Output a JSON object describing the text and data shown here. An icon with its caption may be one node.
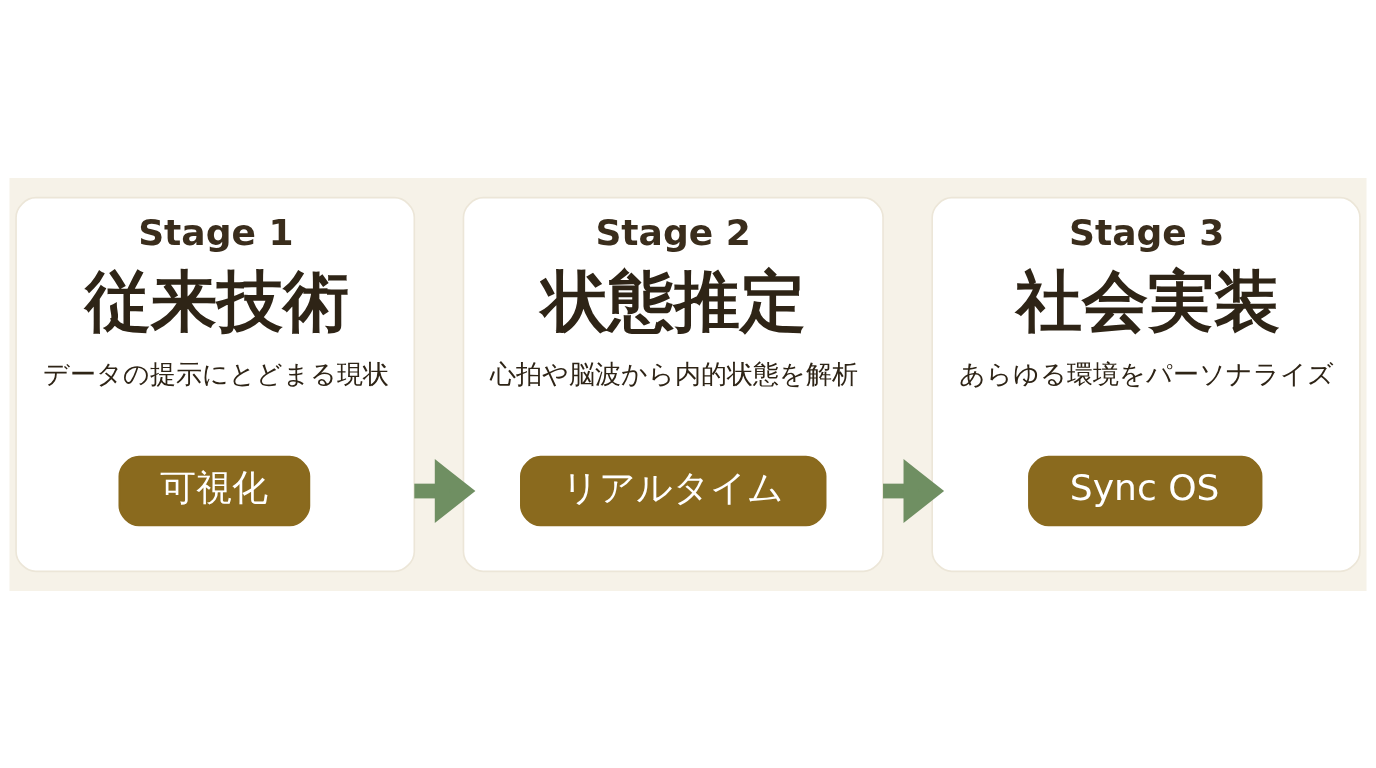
{
  "diagram": {
    "nodes": [
      {
        "text": [
          "Stage 1",
          "従来技術",
          "データの提示にとどまる現状"
        ]
      },
      {
        "text": [
          "可視化"
        ],
        "in": 0
      },
      {
        "text": [
          "Stage 2",
          "状態推定",
          "心拍や脳波から内的状態を解析"
        ]
      },
      {
        "text": [
          "リアルタイム"
        ],
        "in": 2
      },
      {
        "text": [
          "Stage 3",
          "社会実装",
          "あらゆる環境をパーソナライズ"
        ]
      },
      {
        "text": [
          "Sync OS"
        ],
        "in": 4
      }
    ],
    "edges": [
      {
        "from": 0,
        "to": 2,
        "arrow": "to"
      },
      {
        "from": 2,
        "to": 4,
        "arrow": "to"
      }
    ]
  }
}
